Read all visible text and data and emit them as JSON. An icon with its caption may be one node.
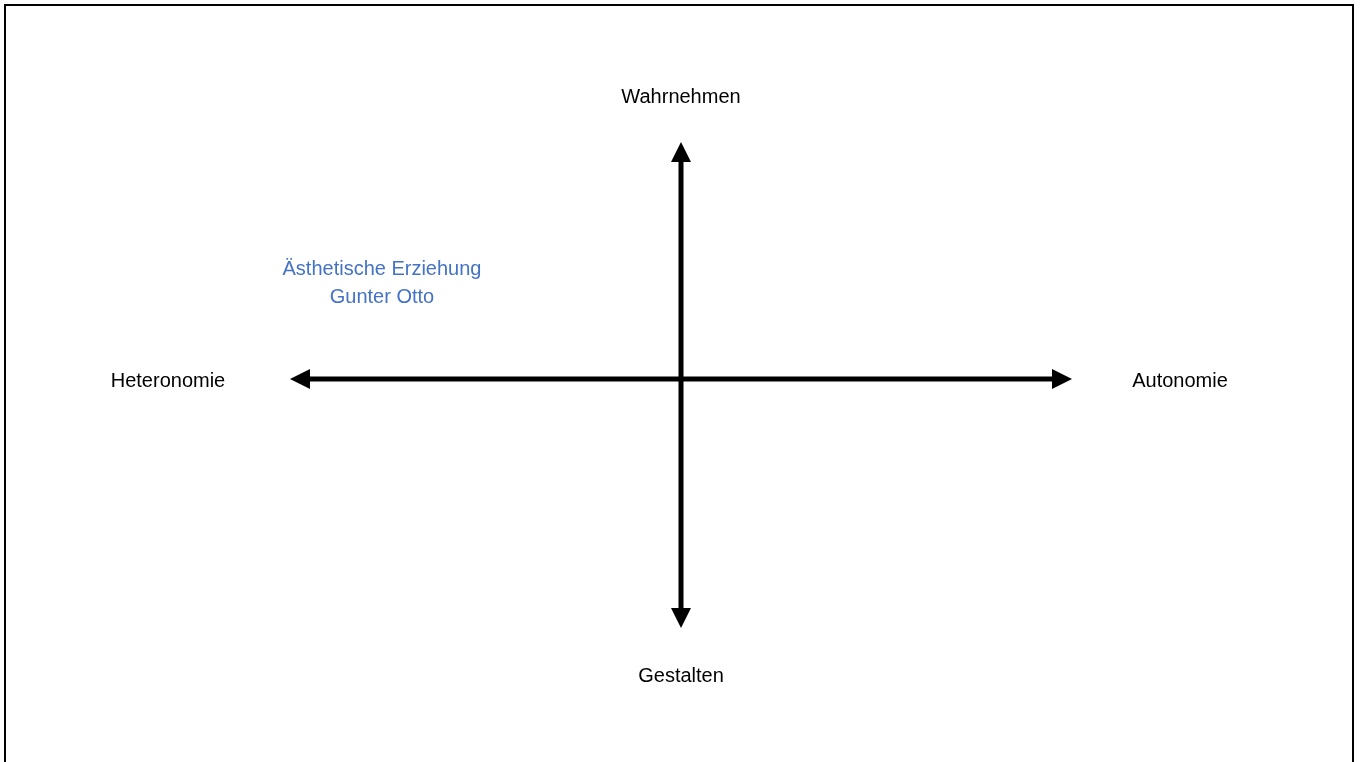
{
  "diagram": {
    "labels": [
      "Wahrnehmen",
      "Ästhetische Erziehung Gunter Otto",
      "Heteronomie",
      "Autonomie",
      "Gestalten"
    ]
  }
}
